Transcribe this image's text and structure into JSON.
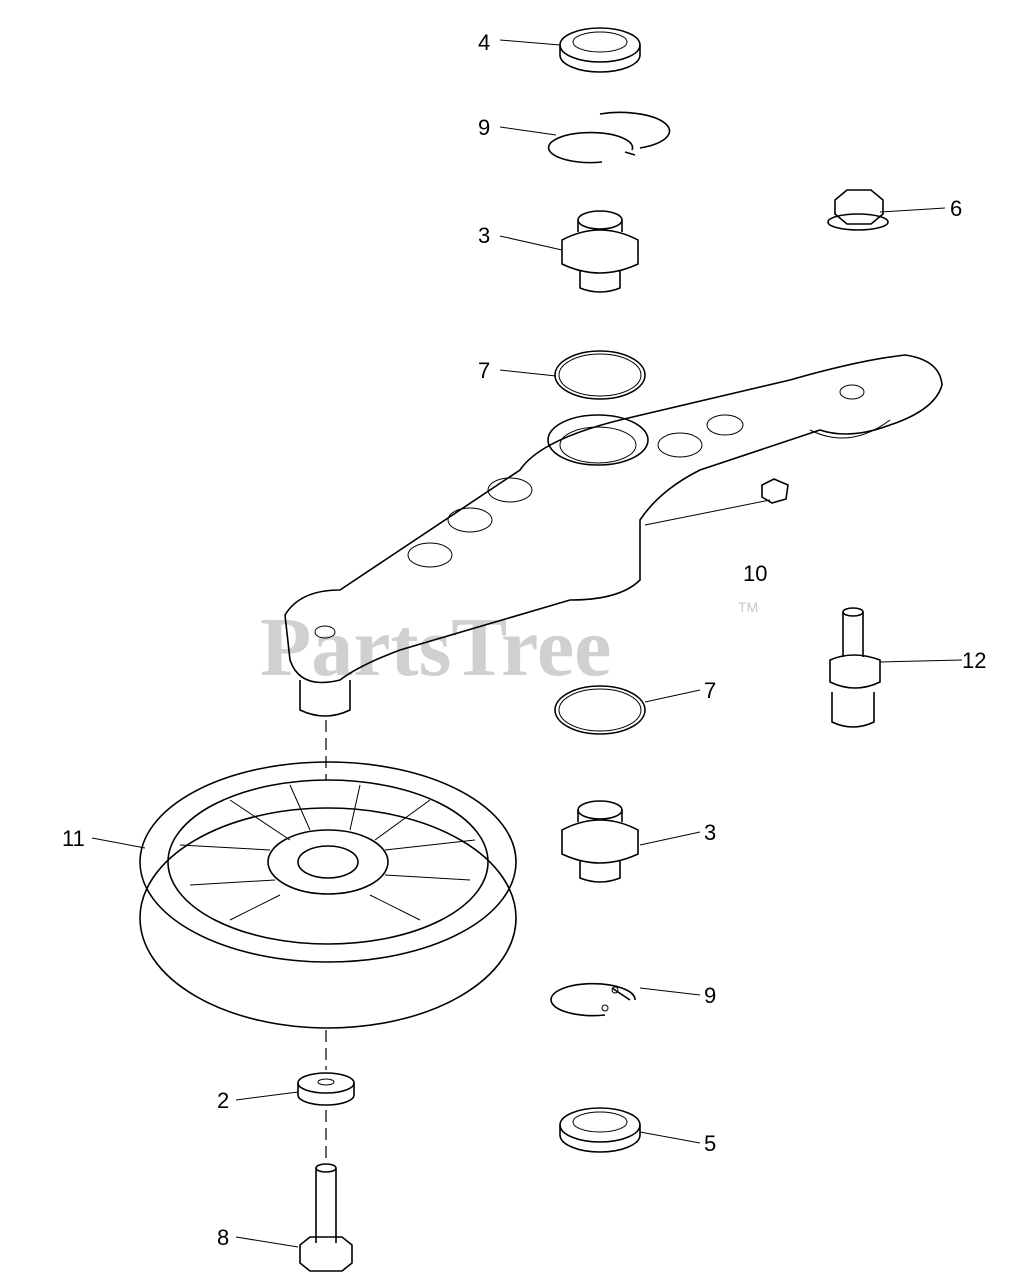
{
  "diagram": {
    "callouts": [
      {
        "id": "c4",
        "label": "4"
      },
      {
        "id": "c9a",
        "label": "9"
      },
      {
        "id": "c3a",
        "label": "3"
      },
      {
        "id": "c6",
        "label": "6"
      },
      {
        "id": "c7a",
        "label": "7"
      },
      {
        "id": "c10",
        "label": "10"
      },
      {
        "id": "c12",
        "label": "12"
      },
      {
        "id": "c7b",
        "label": "7"
      },
      {
        "id": "c11",
        "label": "11"
      },
      {
        "id": "c3b",
        "label": "3"
      },
      {
        "id": "c9b",
        "label": "9"
      },
      {
        "id": "c2",
        "label": "2"
      },
      {
        "id": "c5",
        "label": "5"
      },
      {
        "id": "c8",
        "label": "8"
      }
    ],
    "watermark": {
      "text": "PartsTree",
      "trademark": "TM",
      "color": "#c8c8c8"
    }
  }
}
